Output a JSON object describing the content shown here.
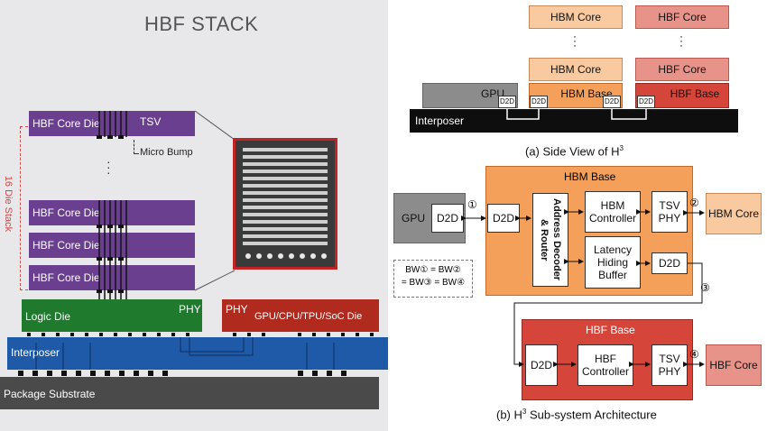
{
  "left": {
    "title": "HBF STACK",
    "core_die_label": "HBF Core Die",
    "tsv_label": "TSV",
    "micro_bump_label": "Micro Bump",
    "stack_label": "16 Die Stack",
    "logic_die_label": "Logic Die",
    "phy_label": "PHY",
    "soc_label": "GPU/CPU/TPU/SoC Die",
    "interposer_label": "Interposer",
    "substrate_label": "Package Substrate",
    "colors": {
      "core_die": "#6a3f8f",
      "logic_die": "#1f7a2e",
      "soc_die": "#b02a1e",
      "interposer": "#1e5aa8",
      "substrate": "#4a4a4a"
    }
  },
  "side_view": {
    "caption": "(a) Side View of H",
    "caption_sup": "3",
    "hbm_core": "HBM Core",
    "hbf_core": "HBF Core",
    "hbm_base": "HBM Base",
    "hbf_base": "HBF Base",
    "gpu": "GPU",
    "d2d": "D2D",
    "interposer": "Interposer"
  },
  "arch": {
    "caption": "(b) H",
    "caption_sup": "3",
    "caption_rest": " Sub-system Architecture",
    "hbm_base_title": "HBM Base",
    "hbf_base_title": "HBF Base",
    "gpu": "GPU",
    "d2d": "D2D",
    "router": "Address Decoder & Router",
    "hbm_controller": "HBM Controller",
    "latency_buffer": "Latency Hiding Buffer",
    "tsv_phy": "TSV PHY",
    "hbm_core": "HBM Core",
    "hbf_controller": "HBF Controller",
    "hbf_core": "HBF Core",
    "n1": "①",
    "n2": "②",
    "n3": "③",
    "n4": "④",
    "bw_line1": "BW① = BW②",
    "bw_line2": "= BW③ = BW④",
    "colors": {
      "hbm": "#f5a05a",
      "hbm_light": "#f9c9a0",
      "hbf": "#d6453a",
      "hbf_light": "#e8938a",
      "gpu": "#8c8c8c"
    }
  }
}
